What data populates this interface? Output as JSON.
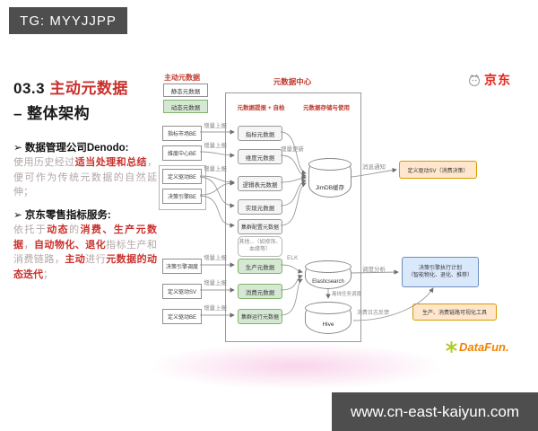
{
  "top_bar": {
    "text": "TG: MYYJJPP"
  },
  "bottom_bar": {
    "text": "www.cn-east-kaiyun.com"
  },
  "branding": {
    "jd": "京东",
    "datafun": "DataFun."
  },
  "colors": {
    "accent_red": "#c9302c",
    "jd_red": "#e1251b",
    "green_box": "#d5e8d4",
    "yellow_box": "#ffe6cc",
    "blue_box": "#dae8fc"
  },
  "slide": {
    "title_prefix": "03.3",
    "title_highlight": "主动元数据",
    "title_line2": "– 整体架构",
    "bullet_marker": "➢",
    "bullet1_header": "数据管理公司Denodo:",
    "bullet1_segments": [
      {
        "t": "使用历史经过",
        "red": false
      },
      {
        "t": "适当处理和总结",
        "red": true
      },
      {
        "t": "，便可作为传统元数据的自然延伸；",
        "red": false
      }
    ],
    "bullet2_header": "京东零售指标服务:",
    "bullet2_segments": [
      {
        "t": "依托于",
        "red": false
      },
      {
        "t": "动态",
        "red": true
      },
      {
        "t": "的",
        "red": false
      },
      {
        "t": "消费、生产元数据",
        "red": true
      },
      {
        "t": "，",
        "red": false
      },
      {
        "t": "自动物化、退化",
        "red": true
      },
      {
        "t": "指标生产和消费链路，",
        "red": false
      },
      {
        "t": "主动",
        "red": true
      },
      {
        "t": "进行",
        "red": false
      },
      {
        "t": "元数据的动态迭代",
        "red": true
      },
      {
        "t": "；",
        "red": false
      }
    ]
  },
  "diagram": {
    "legend_title": "主动元数据",
    "legend_static": "静态元数据",
    "legend_dynamic": "动态元数据",
    "center_title": "元数据中心",
    "section_left": "元数据提报 + 自检",
    "section_right": "元数据存储与使用",
    "top_sources": [
      "指标市场BE",
      "维度中心BE",
      "定义驱动BE",
      "决策引擎BE"
    ],
    "bottom_sources": [
      "决策引擎调度",
      "定义驱动SV",
      "定义驱动BE"
    ],
    "static_boxes": [
      "指标元数据",
      "维度元数据",
      "逻辑表元数据",
      "实现元数据",
      "集群配置元数据"
    ],
    "other_box": "其他...（如修饰、血缘等）",
    "dynamic_boxes": [
      "生产元数据",
      "消费元数据",
      "集群运行元数据"
    ],
    "stores": {
      "jimdb": "JimDB缓存",
      "es": "Elasticsearch",
      "hive": "Hive"
    },
    "labels": {
      "incr_report": "增量上报",
      "incr_update": "增量更新",
      "elk": "ELK",
      "msg_notify": "消息通知",
      "sched_analysis": "调度分析",
      "offline_sched": "离线任务调度",
      "log_feedback": "消费日志反馈"
    },
    "consumer_box": "定义驱动SV（消费决策）",
    "decision_box_line1": "决策引擎执行计划",
    "decision_box_line2": "（智能物化、退化、推荐）",
    "tool_box": "生产、消费链路可视化工具"
  }
}
